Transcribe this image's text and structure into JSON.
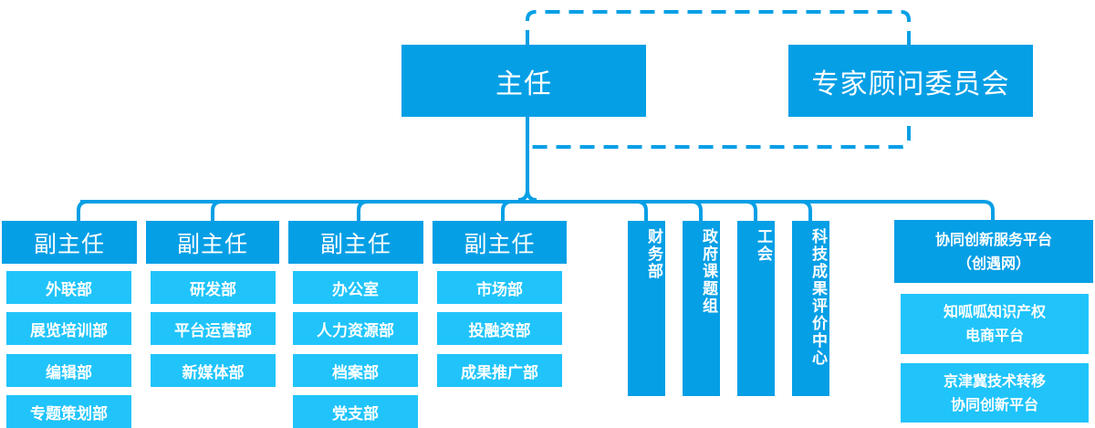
{
  "colors": {
    "primary": "#059fe6",
    "secondary": "#20c4fb",
    "line": "#059fe6"
  },
  "director": {
    "label": "主任"
  },
  "advisory": {
    "label": "专家顾问委员会",
    "relation": "dashed"
  },
  "deputies": [
    {
      "label": "副主任",
      "departments": [
        "外联部",
        "展览培训部",
        "编辑部",
        "专题策划部"
      ]
    },
    {
      "label": "副主任",
      "departments": [
        "研发部",
        "平台运营部",
        "新媒体部"
      ]
    },
    {
      "label": "副主任",
      "departments": [
        "办公室",
        "人力资源部",
        "档案部",
        "党支部"
      ]
    },
    {
      "label": "副主任",
      "departments": [
        "市场部",
        "投融资部",
        "成果推广部"
      ]
    }
  ],
  "units": [
    {
      "label": "财务部"
    },
    {
      "label": "政府课题组"
    },
    {
      "label": "工会"
    },
    {
      "label": "科技成果评价中心"
    }
  ],
  "platform": {
    "label": "协同创新服务平台\n（创遇网）",
    "children": [
      {
        "label": "知呱呱知识产权\n电商平台"
      },
      {
        "label": "京津冀技术转移\n协同创新平台"
      }
    ]
  }
}
